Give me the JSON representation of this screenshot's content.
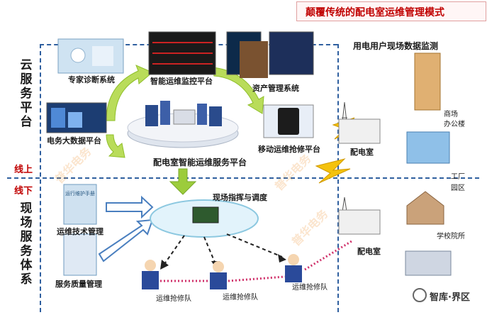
{
  "title": "颠覆传统的配电室运维管理模式",
  "cloud_label": [
    "云",
    "服",
    "务",
    "平",
    "台"
  ],
  "field_label": [
    "现",
    "场",
    "服",
    "务",
    "体",
    "系"
  ],
  "online_label": "线上",
  "offline_label": "线下",
  "cloud_nodes": {
    "expert": "专家诊断系统",
    "monitor": "智能运维监控平台",
    "asset": "资产管理系统",
    "bigdata": "电务大数据平台",
    "mobile": "移动运维抢修平台",
    "center": "配电室智能运维服务平台"
  },
  "field_nodes": {
    "tech": "运维技术管理",
    "quality": "服务质量管理",
    "dispatch": "现场指挥与调度",
    "team1": "运维抢修队",
    "team2": "运维抢修队",
    "team3": "运维抢修队"
  },
  "doc_title": "运行维护手册",
  "right_panel": {
    "title": "用电用户现场数据监测",
    "room1": "配电室",
    "room2": "配电室",
    "mall_line1": "商场",
    "mall_line2": "办公楼",
    "factory_line1": "工厂",
    "factory_line2": "园区",
    "school": "学校院所"
  },
  "watermark_text": "普华电务",
  "logo": "智库·界区",
  "colors": {
    "accent_red": "#c00000",
    "dashed_blue": "#2f5f9f",
    "green_arrow": "#9ccc3c",
    "lightning": "#f4c20d",
    "link_pink": "#d0306a"
  }
}
